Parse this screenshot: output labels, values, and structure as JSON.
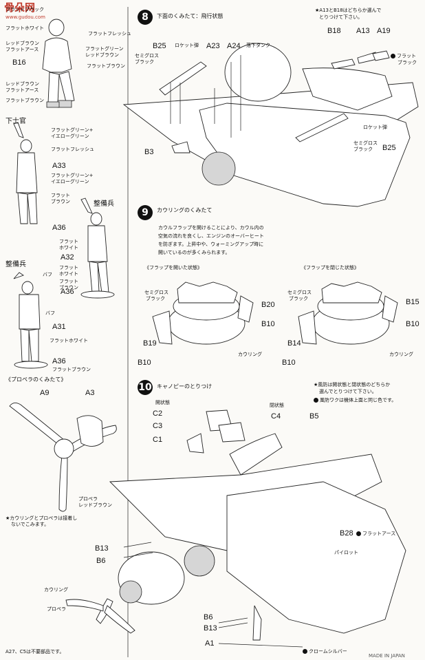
{
  "watermark": {
    "brand": "骨朵网",
    "url": "www.gudou.com"
  },
  "figures": {
    "pilot": {
      "labels": [
        "フラットブラック",
        "フラットホワイト",
        "レッドブラウン",
        "フラットアース",
        "フラットフレッシュ",
        "フラットグリーン",
        "レッドブラウン",
        "フラットブラウン",
        "レッドブラウン",
        "フラットアース",
        "フラットブラウン"
      ],
      "part": "B16"
    },
    "nco": {
      "title": "下士官",
      "labels": [
        "フラットグリーン+",
        "イエローグリーン",
        "フラットフレッシュ",
        "フラットグリーン+",
        "イエローグリーン",
        "フラット",
        "ブラウン"
      ],
      "parts": [
        "A33",
        "A36"
      ]
    },
    "mechanic1": {
      "title": "整備兵",
      "labels": [
        "フラット",
        "ホワイト",
        "フラット",
        "ホワイト",
        "フラット",
        "ブラウン"
      ],
      "parts": [
        "A32",
        "A36"
      ]
    },
    "mechanic2": {
      "title": "整備兵",
      "labels": [
        "バフ",
        "バフ",
        "フラットホワイト",
        "フラットブラウン"
      ],
      "parts": [
        "A31",
        "A36"
      ]
    }
  },
  "propeller": {
    "title": "《プロペラのくみたて》",
    "parts": [
      "A9",
      "A3"
    ],
    "label1": "プロペラ",
    "label2": "レッドブラウン",
    "note_line1": "★カウリングとプロペラは接着し",
    "note_line2": "ないでこみます。"
  },
  "step8": {
    "num": "8",
    "title": "下面のくみたて：飛行状態",
    "note_line1": "★A13とB18はどちらか選んで",
    "note_line2": "とりつけて下さい。",
    "parts": [
      "B18",
      "A13",
      "A19",
      "B25",
      "A23",
      "A24",
      "B3",
      "B25"
    ],
    "labels": [
      "ロケット弾",
      "落下タンク",
      "フラット",
      "ブラック",
      "セミグロス",
      "ブラック",
      "ロケット弾",
      "セミグロス",
      "ブラック"
    ]
  },
  "step9": {
    "num": "9",
    "title": "カウリングのくみたて",
    "desc": [
      "カウルフラップを開けることにより、カウル内の",
      "空気の流れを良くし、エンジンのオーバーヒート",
      "を防ぎます。上昇中や、ウォーミングアップ時に",
      "開いているのが多くみられます。"
    ],
    "open_title": "《フラップを開いた状態》",
    "closed_title": "《フラップを閉じた状態》",
    "open_parts": [
      "B20",
      "B10",
      "B19",
      "B10"
    ],
    "closed_parts": [
      "B15",
      "B10",
      "B14",
      "B10"
    ],
    "paint1": "セミグロス",
    "paint2": "ブラック",
    "cowling": "カウリング"
  },
  "step10": {
    "num": "10",
    "title": "キャノピーのとりつけ",
    "open_label": "開状態",
    "closed_label": "閉状態",
    "parts_left": [
      "C2",
      "C3",
      "C1"
    ],
    "parts_top": [
      "C4",
      "B5"
    ],
    "note_line1": "★風防は開状態と閉状態のどちらか",
    "note_line2": "選んでとりつけて下さい。",
    "note_line3": "風防ワクは機体上面と同じ色です。",
    "b28": "B28",
    "b28_paint": "フラットアース",
    "pilot": "パイロット",
    "left_parts": [
      "B13",
      "B6"
    ],
    "cowling": "カウリング",
    "propeller": "プロペラ",
    "bottom_parts": [
      "B6",
      "B13",
      "A1"
    ],
    "chrome": "クロームシルバー"
  },
  "footer": {
    "unused": "A27、C5は不要部品です。",
    "pagemark": "MADE IN JAPAN"
  }
}
